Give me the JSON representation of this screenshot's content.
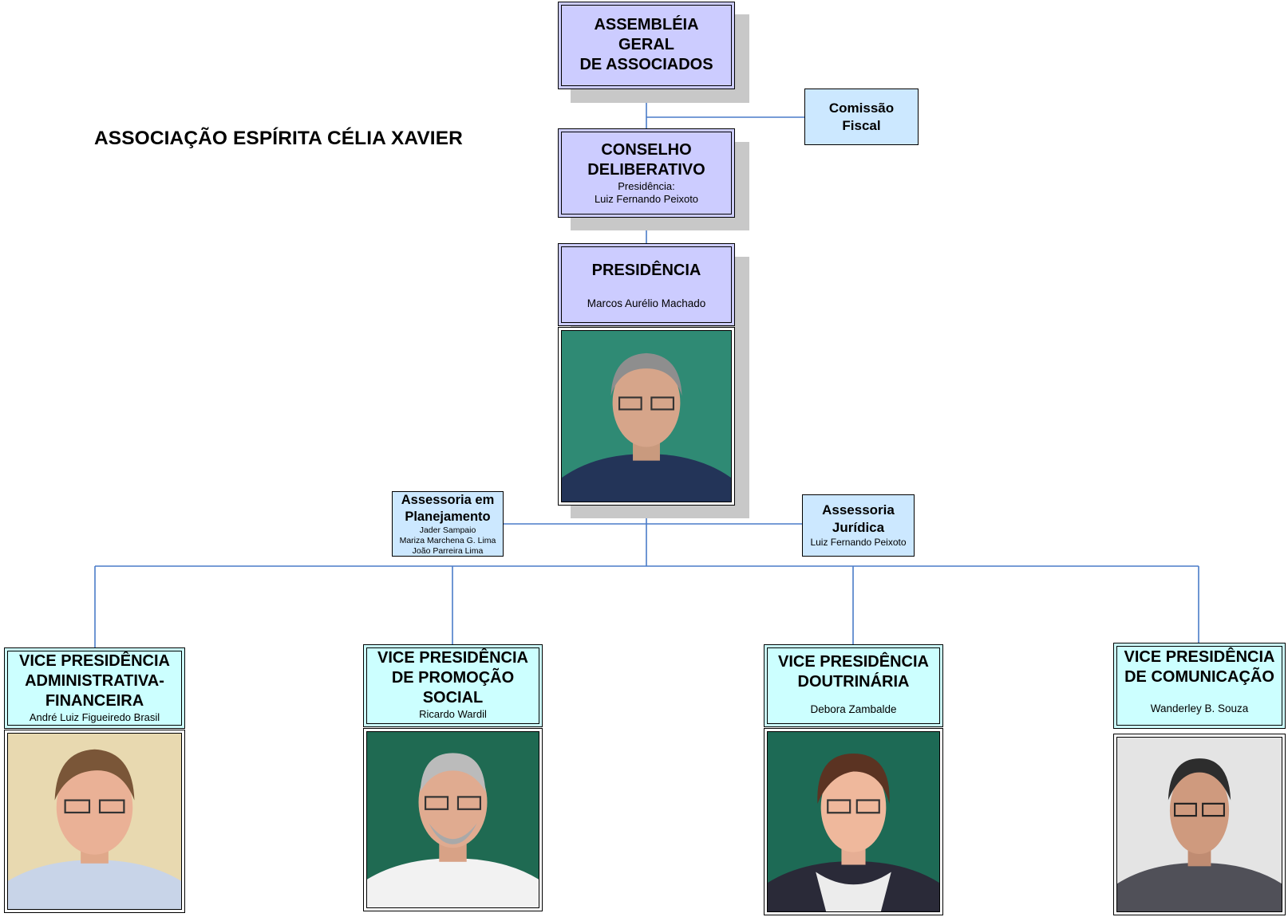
{
  "header": {
    "organization": "ASSOCIAÇÃO ESPÍRITA CÉLIA XAVIER"
  },
  "assembleia": {
    "line1": "ASSEMBLÉIA",
    "line2": "GERAL",
    "line3": "DE ASSOCIADOS"
  },
  "comissao": {
    "line1": "Comissão",
    "line2": "Fiscal"
  },
  "conselho": {
    "line1": "CONSELHO",
    "line2": "DELIBERATIVO",
    "role": "Presidência:",
    "name": "Luiz Fernando Peixoto"
  },
  "presidencia": {
    "title": "PRESIDÊNCIA",
    "name": "Marcos Aurélio Machado"
  },
  "assessoria_planejamento": {
    "line1": "Assessoria em",
    "line2": "Planejamento",
    "members": [
      "Jader Sampaio",
      "Mariza Marchena G. Lima",
      "João Parreira Lima"
    ]
  },
  "assessoria_juridica": {
    "line1": "Assessoria",
    "line2": "Jurídica",
    "name": "Luiz Fernando Peixoto"
  },
  "vp_adm": {
    "line1": "VICE PRESIDÊNCIA",
    "line2": "ADMINISTRATIVA-",
    "line3": "FINANCEIRA",
    "name": "André Luiz Figueiredo Brasil"
  },
  "vp_promocao": {
    "line1": "VICE PRESIDÊNCIA",
    "line2": "DE PROMOÇÃO",
    "line3": "SOCIAL",
    "name": "Ricardo Wardil"
  },
  "vp_doutrinaria": {
    "line1": "VICE PRESIDÊNCIA",
    "line2": "DOUTRINÁRIA",
    "name": "Debora Zambalde"
  },
  "vp_comunicacao": {
    "line1": "VICE PRESIDÊNCIA",
    "line2": "DE COMUNICAÇÃO",
    "name": "Wanderley B. Souza"
  },
  "colors": {
    "lavender": "#ccccff",
    "cyan": "#ccffff",
    "light_blue": "#cce8ff",
    "connector": "#4a7cc8",
    "shadow": "#c8c8c8"
  }
}
